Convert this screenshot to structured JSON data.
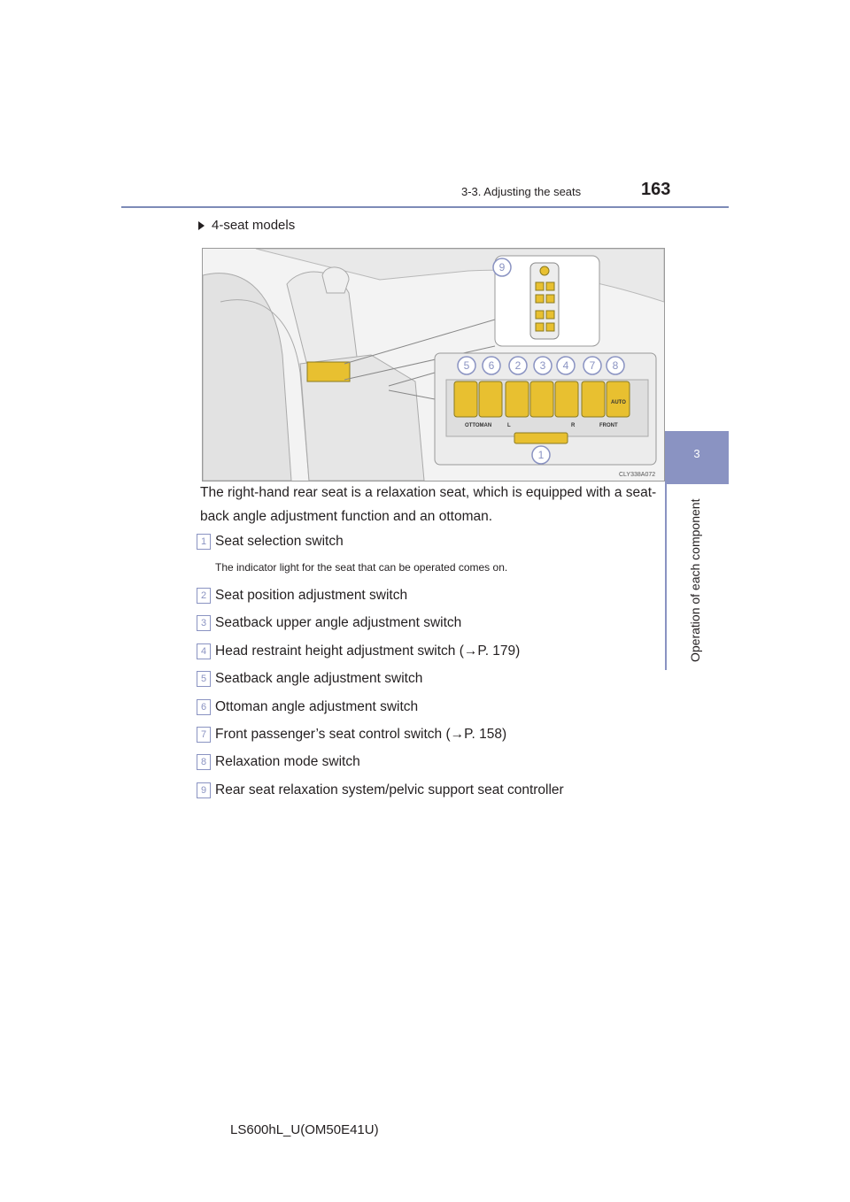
{
  "header": {
    "section": "3-3. Adjusting the seats",
    "page_number": "163"
  },
  "side_tab": {
    "chapter_number": "3",
    "chapter_title": "Operation of each component"
  },
  "bullet_heading": "4-seat models",
  "figure": {
    "code": "CLY338A072",
    "callouts": [
      "1",
      "2",
      "3",
      "4",
      "5",
      "6",
      "7",
      "8",
      "9"
    ],
    "panel_labels": {
      "ottoman": "OTTOMAN",
      "front": "FRONT",
      "left": "L",
      "right": "R",
      "auto": "AUTO"
    }
  },
  "body_text": "The right-hand rear seat is a relaxation seat, which is equipped with a seat-back angle adjustment function and an ottoman.",
  "items": [
    {
      "num": "1",
      "label": "Seat selection switch"
    },
    {
      "num": "2",
      "label": "Seat position adjustment switch"
    },
    {
      "num": "3",
      "label": "Seatback upper angle adjustment switch"
    },
    {
      "num": "4",
      "label": "Head restraint height adjustment switch (→P. 179)"
    },
    {
      "num": "5",
      "label": "Seatback angle adjustment switch"
    },
    {
      "num": "6",
      "label": "Ottoman angle adjustment switch"
    },
    {
      "num": "7",
      "label": "Front passenger’s seat control switch (→P. 158)"
    },
    {
      "num": "8",
      "label": "Relaxation mode switch"
    },
    {
      "num": "9",
      "label": "Rear seat relaxation system/pelvic support seat controller"
    }
  ],
  "note": "The indicator light for the seat that can be operated comes on.",
  "footer": "LS600hL_U(OM50E41U)",
  "colors": {
    "accent": "#8a93c2",
    "rule": "#7d8bb7",
    "switch": "#e8c030"
  }
}
